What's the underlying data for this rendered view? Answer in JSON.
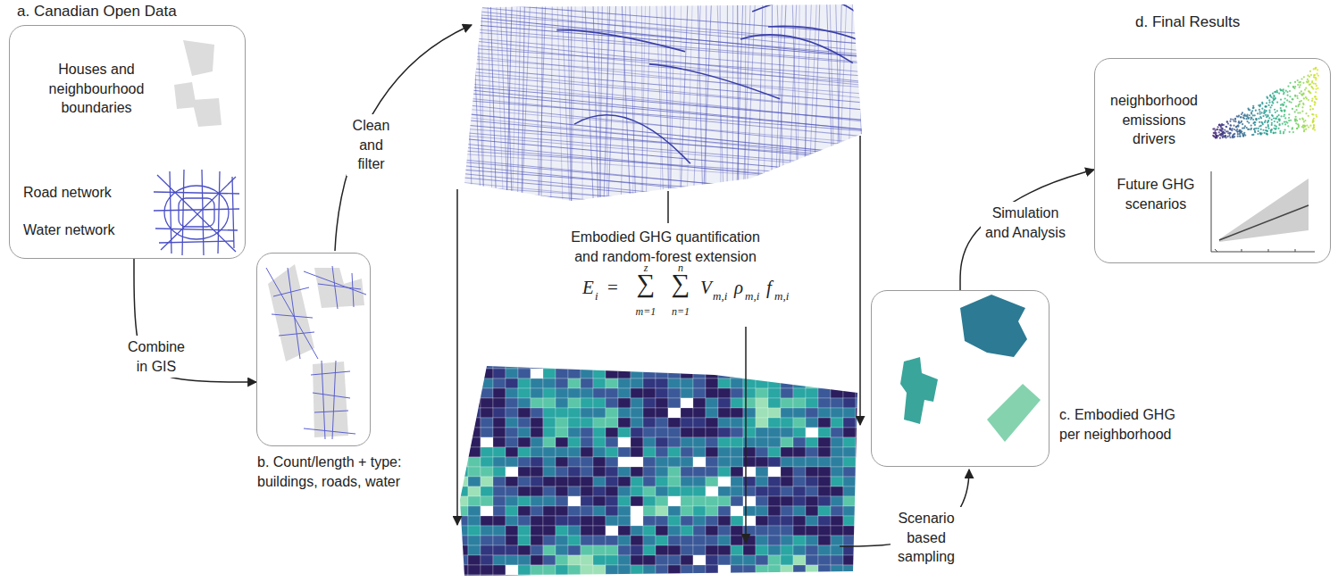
{
  "diagram": {
    "nodes": [
      {
        "text": [
          "a. Canadian Open Data",
          "Houses and neighbourhood boundaries",
          "Road network",
          "Water network"
        ]
      },
      {
        "text": [
          "b. Count/length + type: buildings, roads, water"
        ]
      },
      {
        "text": [
          "c. Embodied GHG per neighborhood"
        ]
      },
      {
        "text": [
          "d. Final Results",
          "neighborhood emissions drivers",
          "Future GHG scenarios"
        ]
      }
    ],
    "edges": [
      {
        "from": 0,
        "to": 1,
        "label": "Combine in GIS",
        "arrow": "to"
      },
      {
        "from": 2,
        "to": 3,
        "label": "Simulation and Analysis",
        "arrow": "to"
      }
    ],
    "labels": [
      "Clean and filter",
      "Embodied GHG quantification and random-forest extension",
      "E",
      "i",
      "=",
      "z",
      "∑",
      "m=1",
      "n",
      "∑",
      "n=1",
      "V",
      "m,i",
      "ρ",
      "m,i",
      "f",
      "m,i",
      "Scenario based sampling"
    ]
  }
}
